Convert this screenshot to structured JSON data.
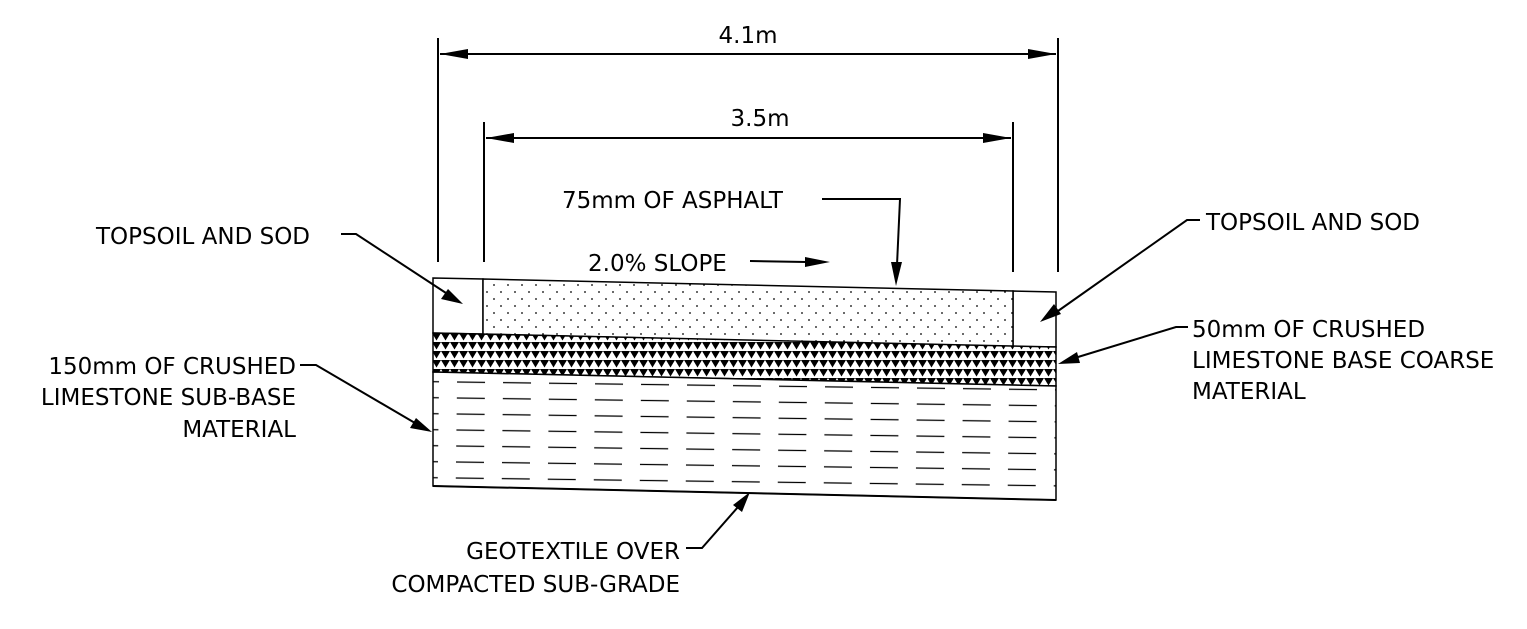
{
  "dimensions": {
    "overall_width": "4.1m",
    "pavement_width": "3.5m"
  },
  "labels": {
    "asphalt": "75mm OF ASPHALT",
    "slope": "2.0% SLOPE",
    "topsoil_left": "TOPSOIL AND SOD",
    "topsoil_right": "TOPSOIL AND SOD",
    "subbase_line1": "150mm OF CRUSHED",
    "subbase_line2": "LIMESTONE SUB-BASE",
    "subbase_line3": "MATERIAL",
    "basecoarse_line1": "50mm OF CRUSHED",
    "basecoarse_line2": "LIMESTONE BASE COARSE",
    "basecoarse_line3": "MATERIAL",
    "geotextile_line1": "GEOTEXTILE OVER",
    "geotextile_line2": "COMPACTED SUB-GRADE"
  }
}
